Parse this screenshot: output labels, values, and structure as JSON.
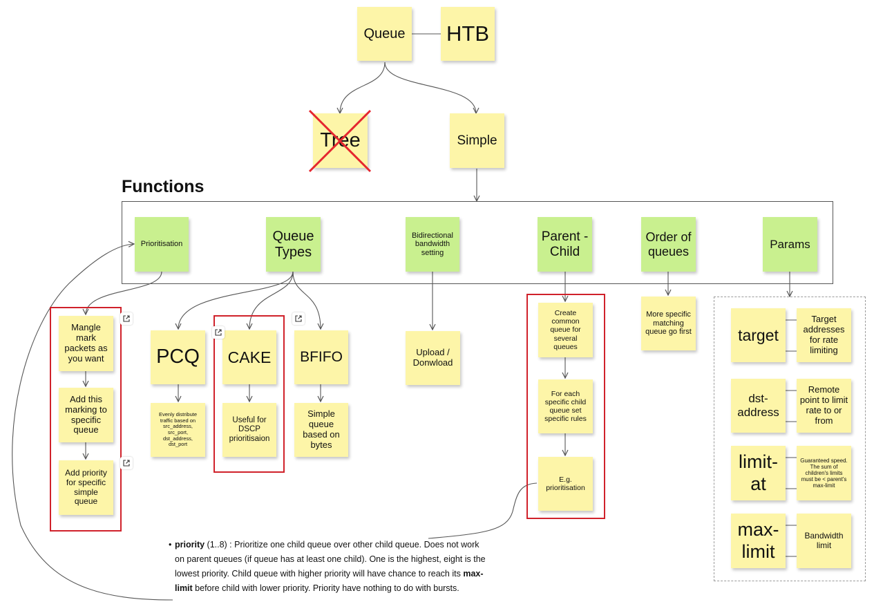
{
  "colors": {
    "note_yellow": "#fdf5a8",
    "note_green": "#c9f08f",
    "highlight_red": "#d0212a",
    "connector": "#555555",
    "frame_border": "#555555",
    "dashed_border": "#9a9a9a"
  },
  "top": {
    "queue": "Queue",
    "htb": "HTB",
    "tree": "Tree",
    "simple": "Simple"
  },
  "functions_heading": "Functions",
  "functions": {
    "prioritisation": "Prioritisation",
    "queue_types": "Queue Types",
    "bidirectional": "Bidirectional bandwidth setting",
    "parent_child": "Parent - Child",
    "order_of_queues": "Order of queues",
    "params": "Params"
  },
  "prioritisation_steps": {
    "mangle": "Mangle mark packets as you want",
    "add_marking": "Add this marking to specific queue",
    "add_priority": "Add priority for specific simple queue"
  },
  "queue_types": {
    "pcq": "PCQ",
    "pcq_desc": "Evenly distribute traffic based on src_address, src_port, dst_address, dst_port",
    "cake": "CAKE",
    "cake_desc": "Useful for DSCP prioritisaion",
    "bfifo": "BFIFO",
    "bfifo_desc": "Simple queue based on bytes"
  },
  "bidirectional_desc": "Upload / Donwload",
  "parent_child_steps": {
    "create": "Create common queue for several queues",
    "for_each": "For each specific child queue set specific rules",
    "eg": "E.g. prioritisation"
  },
  "order_desc": "More specific matching queue go first",
  "params": {
    "target": "target",
    "target_desc": "Target addresses for rate limiting",
    "dst_address": "dst-address",
    "dst_address_desc": "Remote point to limit rate to or from",
    "limit_at": "limit-at",
    "limit_at_desc": "Guaranteed speed. The sum of children's limits must be < parent's max-limit",
    "max_limit": "max-limit",
    "max_limit_desc": "Bandwidth limit"
  },
  "priority_text": {
    "bullet": "•",
    "term": "priority",
    "range": " (1..8) : Prioritize one child queue over other child queue. Does not work on parent queues (if queue has at least one child). One is the highest, eight is the lowest priority. Child queue with higher priority will have chance to reach its ",
    "bold_term": "max-limit",
    "rest": " before child with lower priority. Priority have nothing to do with bursts."
  },
  "icons": [
    "external-link-icon",
    "cross-out-mark"
  ]
}
